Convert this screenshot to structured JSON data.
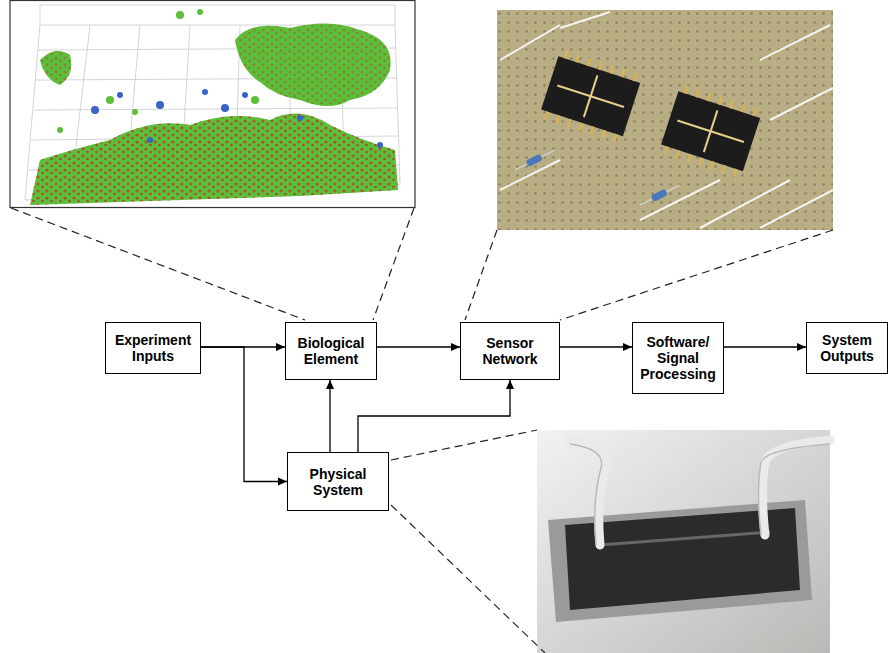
{
  "diagram": {
    "nodes": [
      {
        "text": [
          "Experiment Inputs"
        ]
      },
      {
        "text": [
          "Biological Element"
        ]
      },
      {
        "text": [
          "Sensor Network"
        ]
      },
      {
        "text": [
          "Software/ Signal Processing"
        ]
      },
      {
        "text": [
          "System Outputs"
        ]
      },
      {
        "text": [
          "Physical System"
        ]
      }
    ],
    "edges": [
      {
        "from": 0,
        "to": 1,
        "arrow": "to"
      },
      {
        "from": 0,
        "to": 5,
        "arrow": "to"
      },
      {
        "from": 5,
        "to": 1,
        "arrow": "to"
      },
      {
        "from": 5,
        "to": 2,
        "arrow": "to"
      },
      {
        "from": 1,
        "to": 2,
        "arrow": "to"
      },
      {
        "from": 2,
        "to": 3,
        "arrow": "to"
      },
      {
        "from": 3,
        "to": 4,
        "arrow": "to"
      }
    ]
  }
}
